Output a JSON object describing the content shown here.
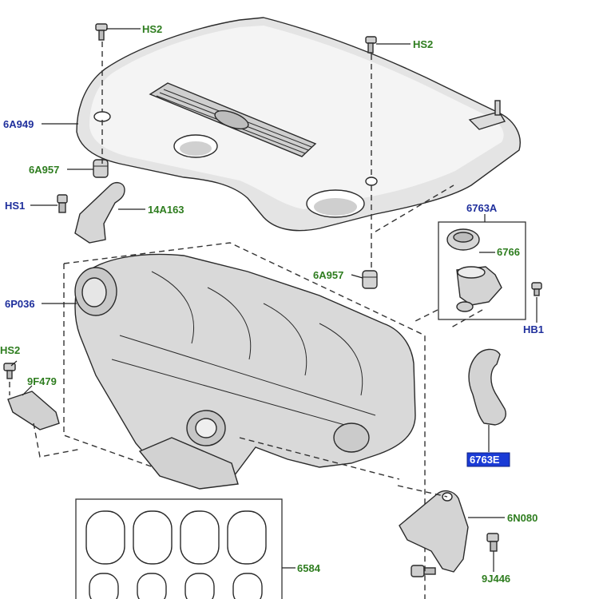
{
  "callouts": {
    "hs2_top": "HS2",
    "hs2_right": "HS2",
    "cover": "6A949",
    "grommet_left": "6A957",
    "hs1": "HS1",
    "bracket": "14A163",
    "manifold": "6P036",
    "hs2_left": "HS2",
    "sensor": "9F479",
    "grommet_right": "6A957",
    "oil_filler_assembly": "6763A",
    "filler_cap": "6766",
    "hb1": "HB1",
    "breather_hose": "6763E",
    "mount_bracket": "6N080",
    "gaskets": "6584",
    "bolt": "9J446"
  },
  "colors": {
    "label_blue": "#1f2f9c",
    "label_green": "#2e7d1f",
    "selected_bg": "#1a3bd6",
    "cover_fill": "#e4e4e4",
    "manifold_fill": "#d9d9d9"
  }
}
